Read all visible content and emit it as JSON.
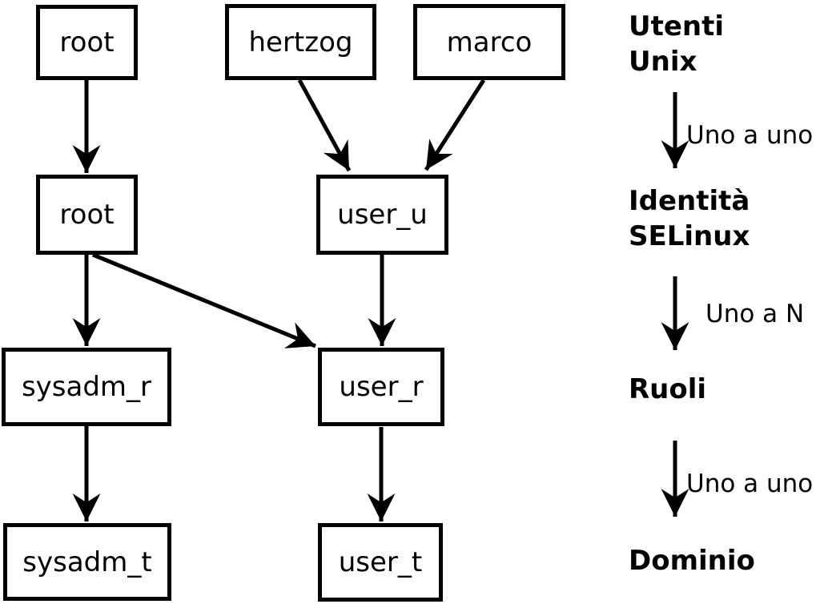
{
  "diagram": {
    "unix_users": [
      {
        "label": "root"
      },
      {
        "label": "hertzog"
      },
      {
        "label": "marco"
      }
    ],
    "selinux_identities": [
      {
        "label": "root"
      },
      {
        "label": "user_u"
      }
    ],
    "roles": [
      {
        "label": "sysadm_r"
      },
      {
        "label": "user_r"
      }
    ],
    "domains": [
      {
        "label": "sysadm_t"
      },
      {
        "label": "user_t"
      }
    ]
  },
  "legend": {
    "levels": [
      {
        "label": "Utenti\nUnix"
      },
      {
        "label": "Identità\nSELinux"
      },
      {
        "label": "Ruoli"
      },
      {
        "label": "Dominio"
      }
    ],
    "relations": [
      {
        "label": "Uno a uno"
      },
      {
        "label": "Uno a N"
      },
      {
        "label": "Uno a uno"
      }
    ]
  },
  "colors": {
    "foreground": "#000000",
    "background": "#ffffff"
  }
}
